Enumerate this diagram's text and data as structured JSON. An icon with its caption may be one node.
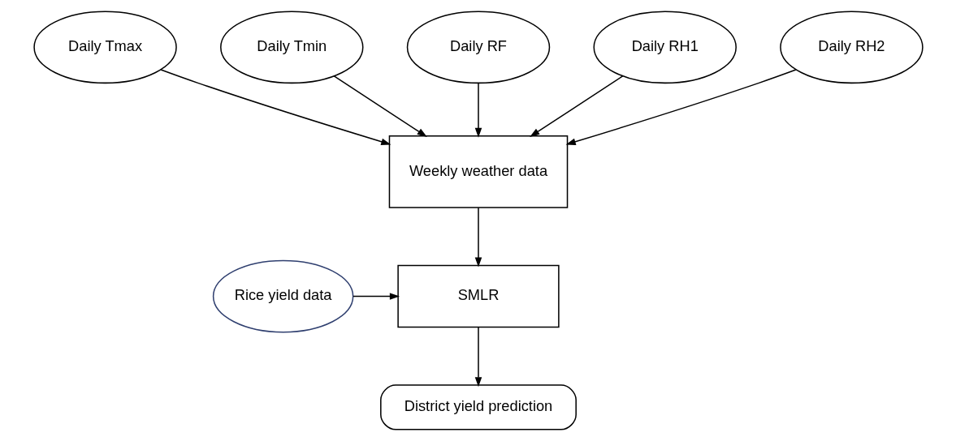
{
  "diagram": {
    "nodes": [
      {
        "text": [
          "Daily Tmax"
        ]
      },
      {
        "text": [
          "Daily Tmin"
        ]
      },
      {
        "text": [
          "Daily RF"
        ]
      },
      {
        "text": [
          "Daily RH1"
        ]
      },
      {
        "text": [
          "Daily RH2"
        ]
      },
      {
        "text": [
          "Weekly weather data"
        ]
      },
      {
        "text": [
          "Rice yield data"
        ]
      },
      {
        "text": [
          "SMLR"
        ]
      },
      {
        "text": [
          "District yield prediction"
        ]
      }
    ],
    "edges": [
      {
        "from": 0,
        "to": 5,
        "arrow": "to"
      },
      {
        "from": 1,
        "to": 5,
        "arrow": "to"
      },
      {
        "from": 2,
        "to": 5,
        "arrow": "to"
      },
      {
        "from": 3,
        "to": 5,
        "arrow": "to"
      },
      {
        "from": 4,
        "to": 5,
        "arrow": "to"
      },
      {
        "from": 5,
        "to": 7,
        "arrow": "to"
      },
      {
        "from": 6,
        "to": 7,
        "arrow": "to"
      },
      {
        "from": 7,
        "to": 8,
        "arrow": "to"
      }
    ]
  }
}
